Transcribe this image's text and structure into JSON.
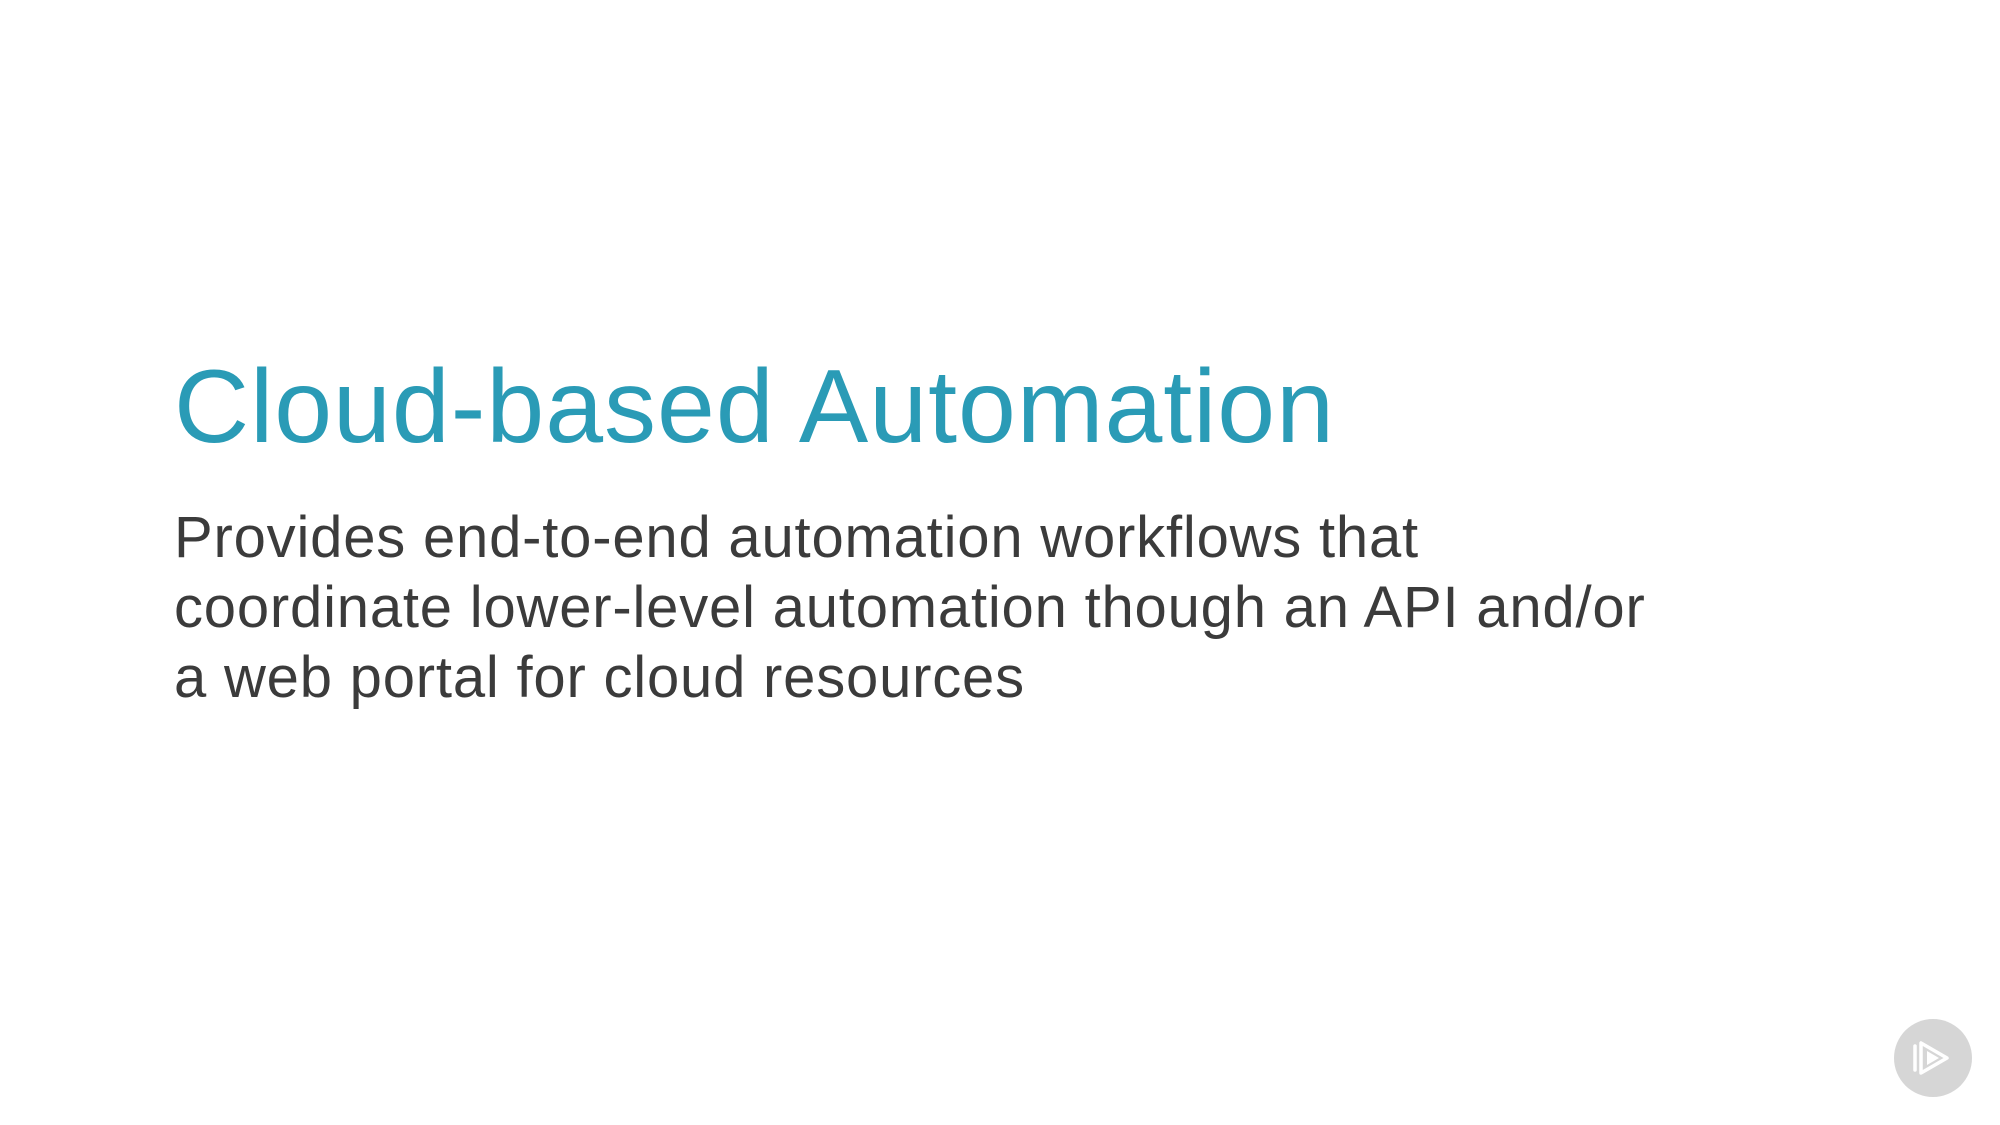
{
  "slide": {
    "title": "Cloud-based Automation",
    "body_lines": [
      "Provides end-to-end automation workflows that",
      "coordinate lower-level automation though an API and/or",
      "a web portal for cloud resources"
    ]
  },
  "colors": {
    "title": "#2a9bb6",
    "body": "#3b3b3b",
    "logo_background": "#d6d6d6",
    "logo_mark": "#ffffff"
  },
  "icons": {
    "corner_logo": "play-logo-icon"
  }
}
